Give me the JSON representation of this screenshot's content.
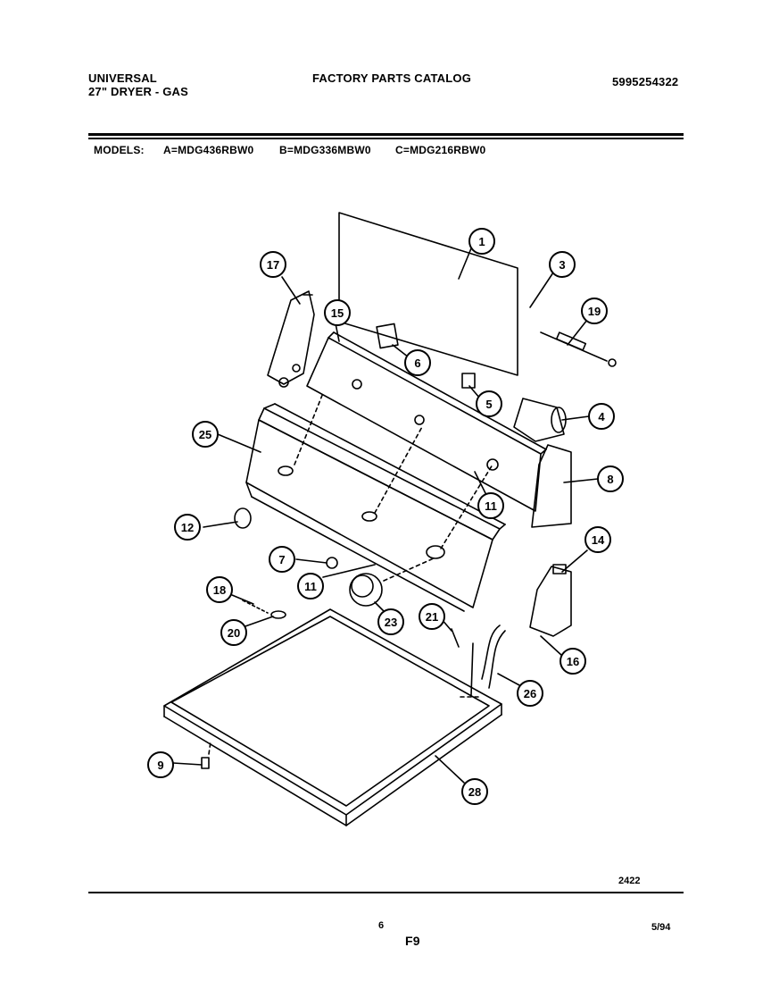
{
  "header": {
    "brand": "UNIVERSAL",
    "product": "27\" DRYER - GAS",
    "catalog_title": "FACTORY PARTS CATALOG",
    "catalog_number": "5995254322"
  },
  "models": {
    "label": "MODELS:",
    "a": "A=MDG436RBW0",
    "b": "B=MDG336MBW0",
    "c": "C=MDG216RBW0"
  },
  "callouts": [
    "1",
    "3",
    "19",
    "17",
    "15",
    "6",
    "5",
    "4",
    "25",
    "8",
    "11",
    "12",
    "7",
    "11",
    "14",
    "18",
    "23",
    "21",
    "20",
    "16",
    "26",
    "9",
    "28"
  ],
  "footer": {
    "drawing_number": "2422",
    "page_number": "6",
    "figure": "F9",
    "date": "5/94"
  }
}
